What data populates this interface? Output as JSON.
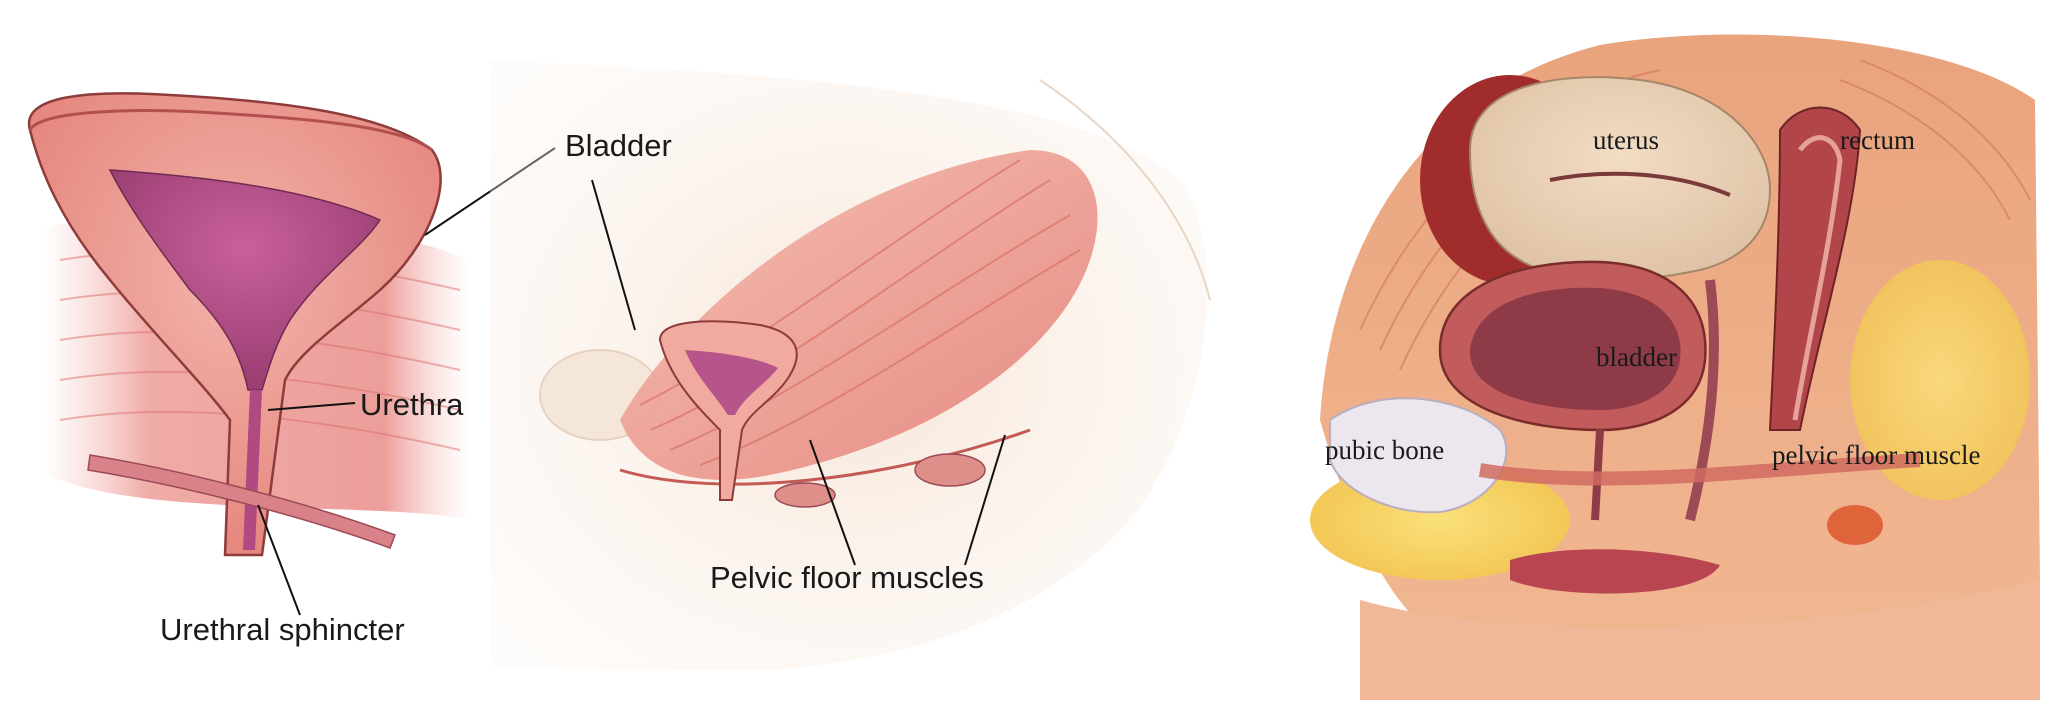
{
  "panel_bladder": {
    "labels": {
      "bladder": "Bladder",
      "urethra": "Urethra",
      "urethral_sphincter": "Urethral sphincter"
    }
  },
  "panel_side": {
    "labels": {
      "pelvic_floor_muscles": "Pelvic floor muscles"
    }
  },
  "panel_section": {
    "labels": {
      "uterus": "uterus",
      "rectum": "rectum",
      "bladder": "bladder",
      "pubic_bone": "pubic bone",
      "pelvic_floor_muscle": "pelvic floor muscle"
    }
  }
}
